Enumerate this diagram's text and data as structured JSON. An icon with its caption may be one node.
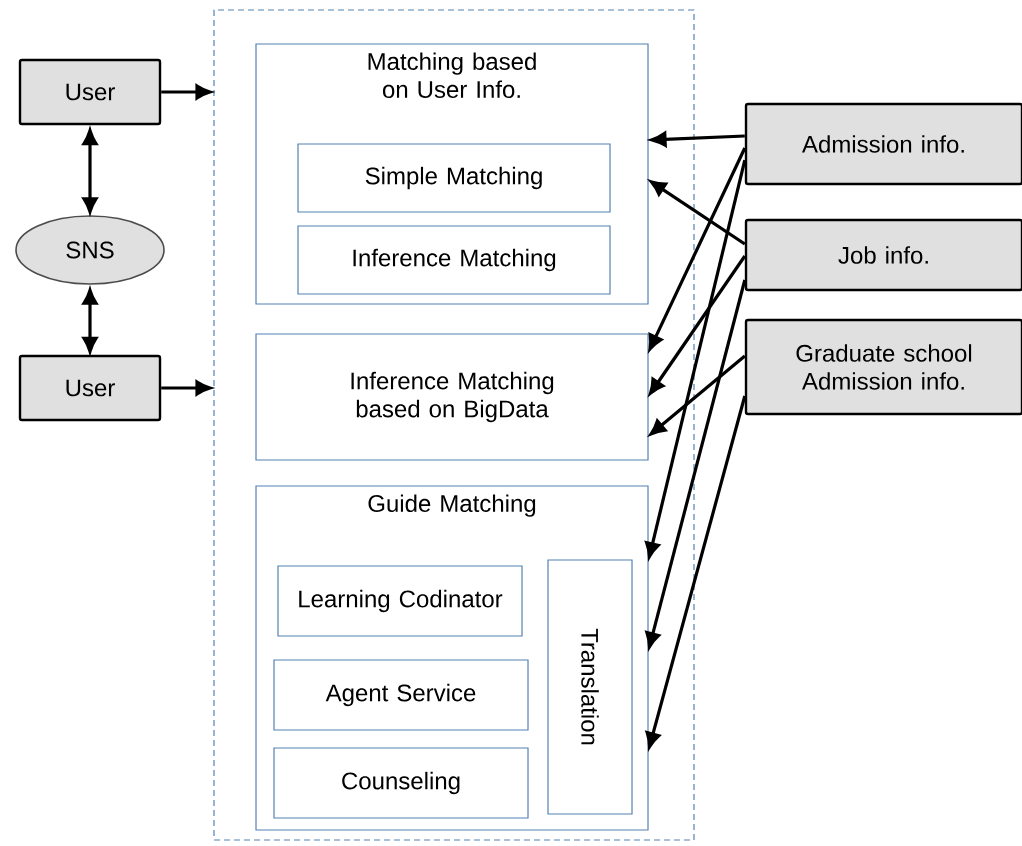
{
  "diagram": {
    "nodes": [
      {
        "text": [
          "User"
        ]
      },
      {
        "text": [
          "SNS"
        ]
      },
      {
        "text": [
          "User"
        ]
      },
      {
        "text": [],
        "shape": "box"
      },
      {
        "text": [
          "Matching based on User Info."
        ],
        "in": 3
      },
      {
        "text": [
          "Simple Matching"
        ],
        "in": 4
      },
      {
        "text": [
          "Inference Matching"
        ],
        "in": 4
      },
      {
        "text": [
          "Inference Matching based on BigData"
        ],
        "in": 3
      },
      {
        "text": [
          "Guide Matching"
        ],
        "in": 3
      },
      {
        "text": [
          "Learning Codinator"
        ],
        "in": 8
      },
      {
        "text": [
          "Agent Service"
        ],
        "in": 8
      },
      {
        "text": [
          "Counseling"
        ],
        "in": 8
      },
      {
        "text": [
          "Translation"
        ],
        "in": 8
      },
      {
        "text": [
          "Admission info."
        ]
      },
      {
        "text": [
          "Job info."
        ]
      },
      {
        "text": [
          "Graduate school Admission info."
        ]
      }
    ],
    "edges": [
      {
        "from": 0,
        "to": 3,
        "arrow": "to"
      },
      {
        "from": 2,
        "to": 3,
        "arrow": "to"
      },
      {
        "from": 0,
        "to": 1,
        "arrow": "both"
      },
      {
        "from": 1,
        "to": 2,
        "arrow": "both"
      },
      {
        "from": 13,
        "to": 4,
        "arrow": "to"
      },
      {
        "from": 14,
        "to": 4,
        "arrow": "to"
      },
      {
        "from": 13,
        "to": 7,
        "arrow": "to"
      },
      {
        "from": 14,
        "to": 7,
        "arrow": "to"
      },
      {
        "from": 15,
        "to": 7,
        "arrow": "to"
      },
      {
        "from": 13,
        "to": 8,
        "arrow": "to"
      },
      {
        "from": 14,
        "to": 8,
        "arrow": "to"
      },
      {
        "from": 15,
        "to": 8,
        "arrow": "to"
      }
    ]
  }
}
